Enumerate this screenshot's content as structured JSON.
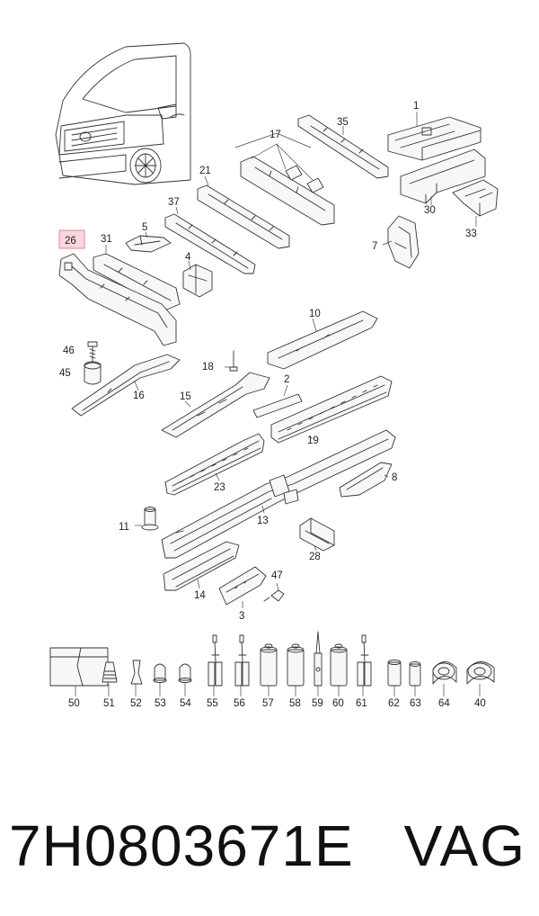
{
  "diagram": {
    "callouts": [
      "1",
      "2",
      "3",
      "4",
      "5",
      "7",
      "8",
      "10",
      "11",
      "13",
      "14",
      "15",
      "16",
      "17",
      "18",
      "19",
      "21",
      "23",
      "26",
      "28",
      "30",
      "31",
      "33",
      "35",
      "37",
      "40",
      "45",
      "46",
      "47",
      "50",
      "51",
      "52",
      "53",
      "54",
      "55",
      "56",
      "57",
      "58",
      "59",
      "60",
      "61",
      "62",
      "63",
      "64"
    ],
    "highlighted_callout": "26",
    "highlight_color": "#f9d7dc"
  },
  "footer": {
    "part_number": "7H0803671E",
    "brand": "VAG"
  }
}
